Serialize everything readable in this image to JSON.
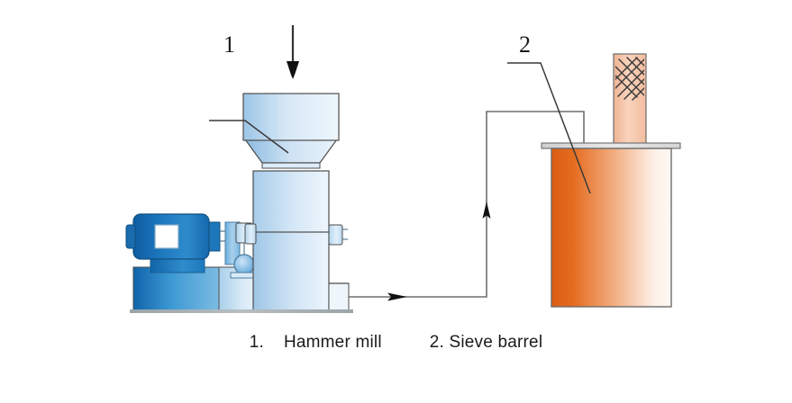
{
  "diagram": {
    "title_caption_items": [
      {
        "index": "1.",
        "label": "Hammer mill"
      },
      {
        "index": "2.",
        "label": "Sieve barrel"
      }
    ],
    "callouts": [
      {
        "number": "1",
        "target": "hammer-mill"
      },
      {
        "number": "2",
        "target": "sieve-barrel"
      }
    ],
    "parts": {
      "feed_arrow": "feed-inlet-arrow",
      "hopper": "feed-hopper",
      "mill_body": "hammer-mill-body",
      "motor": "electric-motor",
      "motor_terminal_box": "motor-terminal-box",
      "coupling": "drive-coupling",
      "base": "machine-base",
      "ground": "ground-line",
      "outlet": "mill-discharge-outlet",
      "conveying_pipe": "conveying-pipe",
      "pipe_arrow_horizontal": "flow-arrow-right",
      "pipe_arrow_vertical": "flow-arrow-up",
      "barrel": "sieve-barrel-body",
      "barrel_lid": "sieve-barrel-lid",
      "barrel_stack": "sieve-barrel-vent-stack",
      "barrel_mesh": "sieve-mesh-pattern"
    },
    "colors": {
      "mill_blue_light": "#eaf2fa",
      "mill_blue_mid": "#bdd7ee",
      "mill_blue_edge": "#8fbce0",
      "motor_blue_dark": "#0f5da0",
      "motor_blue_mid": "#2a86c8",
      "motor_blue_light": "#6fb4dd",
      "barrel_orange_dark": "#e1661b",
      "barrel_orange_light": "#fdf4ee",
      "stack_orange": "#f6c0a0",
      "outline": "#4d4d4d",
      "text": "#1a1a1a"
    }
  }
}
